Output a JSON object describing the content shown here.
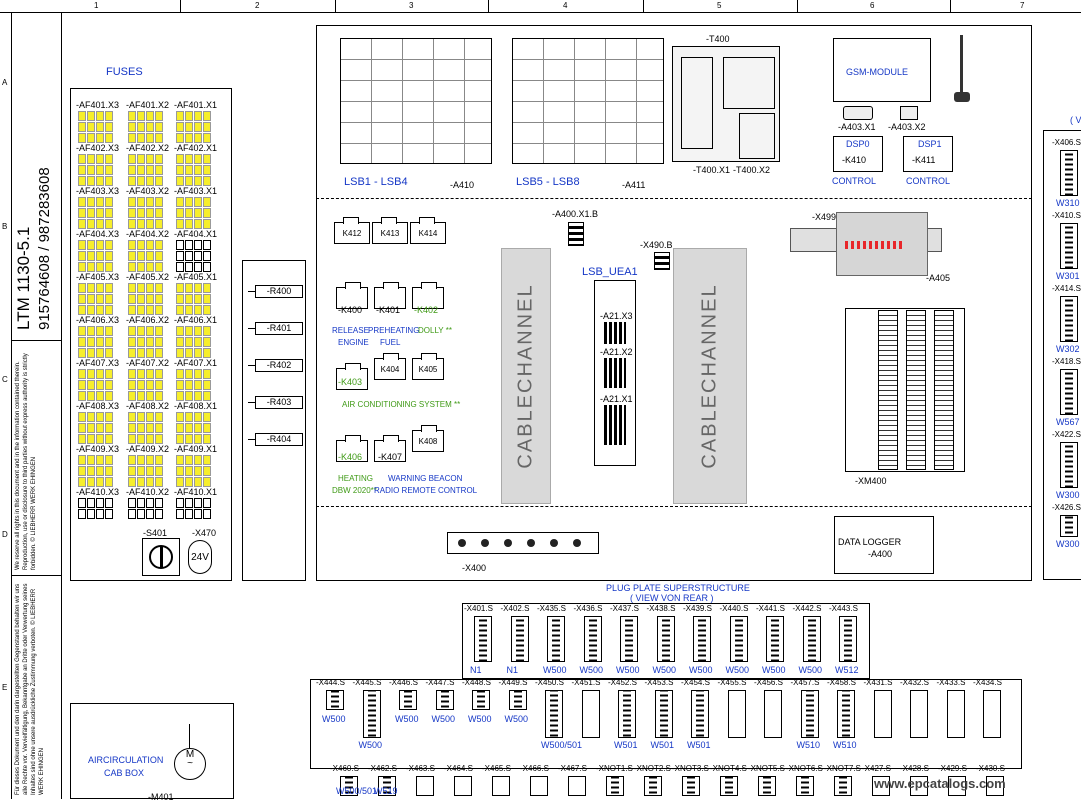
{
  "columns": [
    "1",
    "2",
    "3",
    "4",
    "5",
    "6",
    "7"
  ],
  "rows": [
    "A",
    "B",
    "C",
    "D",
    "E"
  ],
  "title_block": {
    "model": "LTM 1130-5.1",
    "number1": "915764608  /  987283608",
    "copyright_en": "We reserve all rights in this document and in the information contained therein. Reproduction, use or disclosure to third parties without express authority is strictly forbidden. © LIEBHERR WERK EHINGEN",
    "copyright_de": "Für dieses Dokument und den darin dargestellten Gegenstand behalten wir uns alle Rechte vor. Vervielfältigung, Bekanntgabe an Dritte oder Verwertung seines Inhaltes sind ohne unsere ausdrückliche Zustimmung verboten. © LIEBHERR WERK EHINGEN"
  },
  "fuses": {
    "title": "FUSES",
    "labels": [
      [
        "-AF401.X3",
        "-AF401.X2",
        "-AF401.X1"
      ],
      [
        "-AF402.X3",
        "-AF402.X2",
        "-AF402.X1"
      ],
      [
        "-AF403.X3",
        "-AF403.X2",
        "-AF403.X1"
      ],
      [
        "-AF404.X3",
        "-AF404.X2",
        "-AF404.X1"
      ],
      [
        "-AF405.X3",
        "-AF405.X2",
        "-AF405.X1"
      ],
      [
        "-AF406.X3",
        "-AF406.X2",
        "-AF406.X1"
      ],
      [
        "-AF407.X3",
        "-AF407.X2",
        "-AF407.X1"
      ],
      [
        "-AF408.X3",
        "-AF408.X2",
        "-AF408.X1"
      ],
      [
        "-AF409.X3",
        "-AF409.X2",
        "-AF409.X1"
      ],
      [
        "-AF410.X3",
        "-AF410.X2",
        "-AF410.X1"
      ]
    ],
    "s401": "-S401",
    "x470": "-X470",
    "v24": "24V"
  },
  "resistors": [
    "-R400",
    "-R401",
    "-R402",
    "-R403",
    "-R404"
  ],
  "lsb": {
    "lsb1": "LSB1 - LSB4",
    "a410": "-A410",
    "lsb5": "LSB5 - LSB8",
    "a411": "-A411"
  },
  "t400": {
    "name": "-T400",
    "x1": "-T400.X1",
    "x2": "-T400.X2"
  },
  "gsm": {
    "title": "GSM-MODULE",
    "a403x1": "-A403.X1",
    "a403x2": "-A403.X2",
    "dsp0": "DSP0",
    "k410": "-K410",
    "control0": "CONTROL",
    "dsp1": "DSP1",
    "k411": "-K411",
    "control1": "CONTROL"
  },
  "relays_top": [
    "K412",
    "K413",
    "K414"
  ],
  "relays": {
    "k400": "-K400",
    "k401": "-K401",
    "k402": "-K402",
    "release": "RELEASE",
    "engine": "ENGINE",
    "preheating": "PREHEATING",
    "fuel": "FUEL",
    "dolly": "DOLLY **",
    "k403": "-K403",
    "k404": "K404",
    "k405": "K405",
    "aircon": "AIR CONDITIONING SYSTEM **",
    "k406": "-K406",
    "k407": "-K407",
    "k408": "K408",
    "heating": "HEATING",
    "dbw": "DBW 2020**",
    "warning": "WARNING BEACON",
    "radio": "RADIO REMOTE CONTROL"
  },
  "cablechannel": "CABLECHANNEL",
  "uea": {
    "a400": "-A400.X1.B",
    "x490": "-X490.B",
    "title": "LSB_UEA1",
    "a21x3": "-A21.X3",
    "a21x2": "-A21.X2",
    "a21x1": "-A21.X1"
  },
  "x499": "-X499",
  "a405": "-A405",
  "xm400": "-XM400",
  "x400": "-X400",
  "datalogger": {
    "title": "DATA LOGGER",
    "a400": "-A400"
  },
  "plug_plate": {
    "title": "PLUG PLATE SUPERSTRUCTURE",
    "subtitle": "( VIEW VON REAR )"
  },
  "row1": {
    "labels": [
      "-X401.S",
      "-X402.S",
      "-X435.S",
      "-X436.S",
      "-X437.S",
      "-X438.S",
      "-X439.S",
      "-X440.S",
      "-X441.S",
      "-X442.S",
      "-X443.S"
    ],
    "wires": [
      "N1",
      "N1",
      "W500",
      "W500",
      "W500",
      "W500",
      "W500",
      "W500",
      "W500",
      "W500",
      "W512"
    ]
  },
  "row2": {
    "labels": [
      "-X444.S",
      "-X445.S",
      "-X446.S",
      "-X447.S",
      "-X448.S",
      "-X449.S",
      "-X450.S",
      "-X451.S",
      "-X452.S",
      "-X453.S",
      "-X454.S",
      "-X455.S",
      "-X456.S",
      "-X457.S",
      "-X458.S",
      "-X431.S",
      "-X432.S",
      "-X433.S",
      "-X434.S"
    ],
    "wires_top": [
      "W500",
      "",
      "W500",
      "W500",
      "W500",
      "W500",
      "",
      "",
      "",
      "",
      "",
      "",
      "",
      "",
      "",
      "",
      "",
      "",
      ""
    ],
    "wires_bot": [
      "",
      "W500",
      "",
      "",
      "",
      "",
      "W500/501",
      "",
      "W501",
      "W501",
      "W501",
      "",
      "",
      "W510",
      "W510",
      "",
      "",
      "",
      ""
    ]
  },
  "row3": {
    "labels": [
      "-X460.S",
      "-X462.S",
      "-X463.S",
      "-X464.S",
      "-X465.S",
      "-X466.S",
      "-X467.S",
      "-XNOT1.S",
      "-XNOT2.S",
      "-XNOT3.S",
      "-XNOT4.S",
      "-XNOT5.S",
      "-XNOT6.S",
      "-XNOT7.S",
      "-X427.S",
      "-X428.S",
      "-X429.S",
      "-X430.S"
    ],
    "wires": [
      "W500/501",
      "W519"
    ]
  },
  "right_col": {
    "labels": [
      "-X406.S",
      "-X410.S",
      "-X414.S",
      "-X418.S",
      "-X422.S",
      "-X426.S"
    ],
    "wires": [
      "W310",
      "W301",
      "W302",
      "W567",
      "W300",
      "W300"
    ],
    "top": "( V"
  },
  "aircirc": {
    "line1": "AIRCIRCULATION",
    "line2": "CAB BOX",
    "motor": "M",
    "tilde": "~",
    "label": "-M401"
  },
  "watermark": "www.epcatalogs.com"
}
